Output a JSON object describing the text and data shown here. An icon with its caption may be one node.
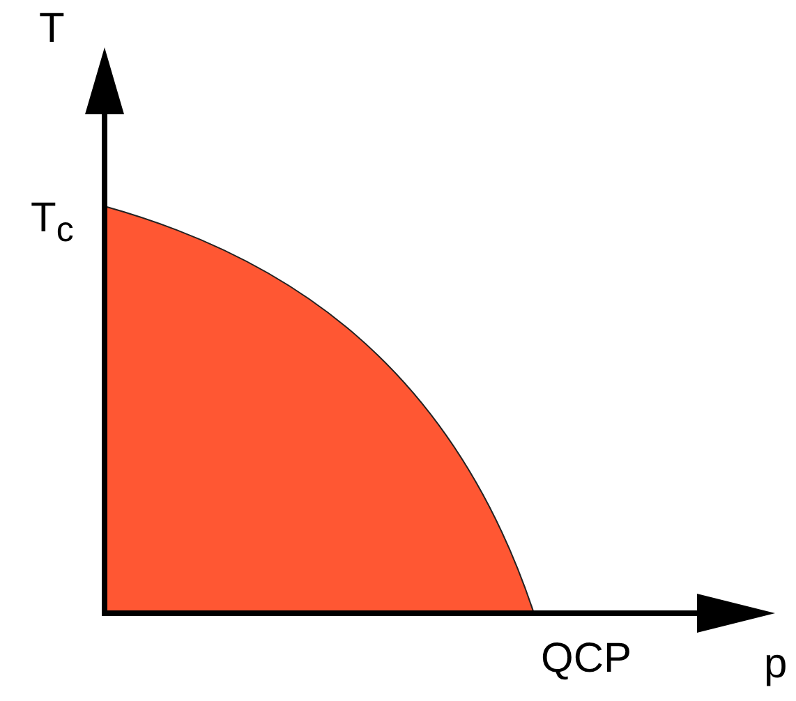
{
  "diagram": {
    "labels": [
      "T",
      "T$_{c}$",
      "QCP",
      "p"
    ]
  }
}
